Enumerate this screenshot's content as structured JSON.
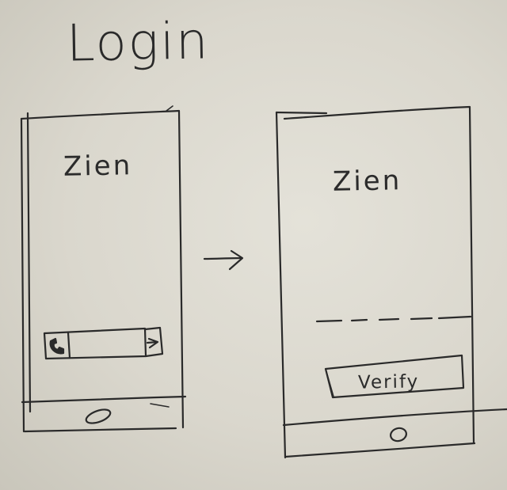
{
  "sketch": {
    "title": "Login",
    "screens": [
      {
        "app_name": "Zien",
        "input_leading_icon": "phone-icon",
        "input_trailing_icon": "arrow-right-icon",
        "home_button_icon": "home-button-icon"
      },
      {
        "app_name": "Zien",
        "code_field_icon": "dashed-line-icon",
        "verify_label": "Verify",
        "home_button_icon": "home-button-icon"
      }
    ],
    "transition_icon": "arrow-right-icon"
  }
}
